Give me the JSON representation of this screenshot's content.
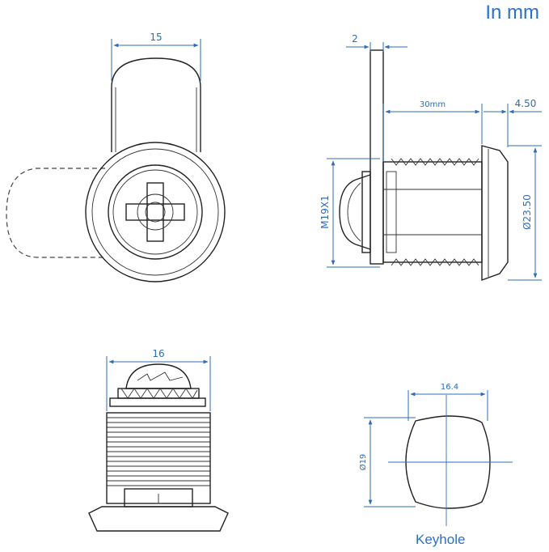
{
  "header": {
    "units": "In mm"
  },
  "dimensions": {
    "front_width": "15",
    "plate_thickness": "2",
    "body_length": "30mm",
    "flange_thickness": "4.50",
    "thread_spec": "M19X1",
    "flange_diameter": "Ø23.50",
    "bottom_width": "16",
    "keyhole_width": "16.4",
    "keyhole_diameter": "Ø19"
  },
  "captions": {
    "keyhole": "Keyhole"
  }
}
